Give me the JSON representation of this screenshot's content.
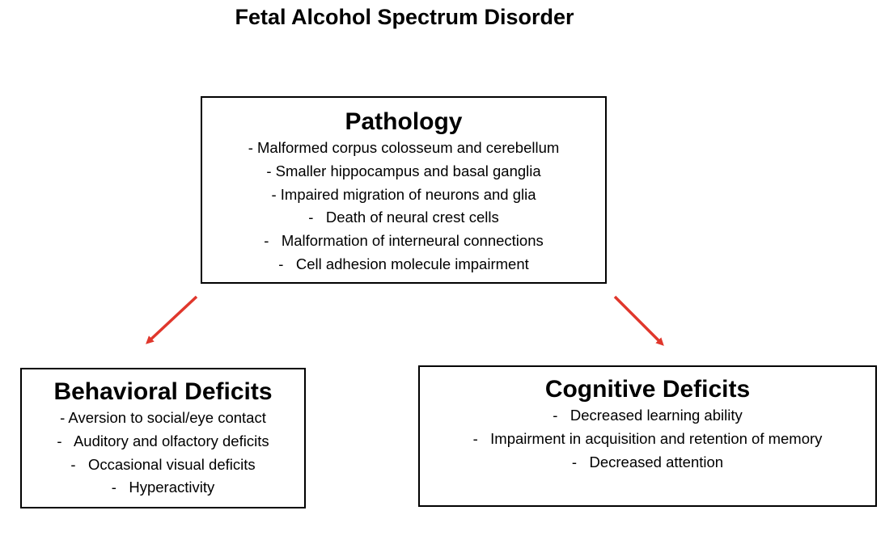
{
  "title": "Fetal Alcohol Spectrum Disorder",
  "colors": {
    "arrow": "#e0372c",
    "border": "#000000"
  },
  "pathology": {
    "heading": "Pathology",
    "items": [
      "- Malformed corpus colosseum and cerebellum",
      "- Smaller hippocampus and basal ganglia",
      "- Impaired migration of neurons and glia",
      "-   Death of neural crest cells",
      "-   Malformation of interneural connections",
      "-   Cell adhesion molecule impairment"
    ]
  },
  "behavioral": {
    "heading": "Behavioral Deficits",
    "items": [
      "- Aversion to social/eye contact",
      "-   Auditory and olfactory deficits",
      "-   Occasional visual deficits",
      "-   Hyperactivity"
    ]
  },
  "cognitive": {
    "heading": "Cognitive Deficits",
    "items": [
      "-   Decreased learning ability",
      "-   Impairment in acquisition and retention of memory",
      "-   Decreased attention"
    ]
  }
}
